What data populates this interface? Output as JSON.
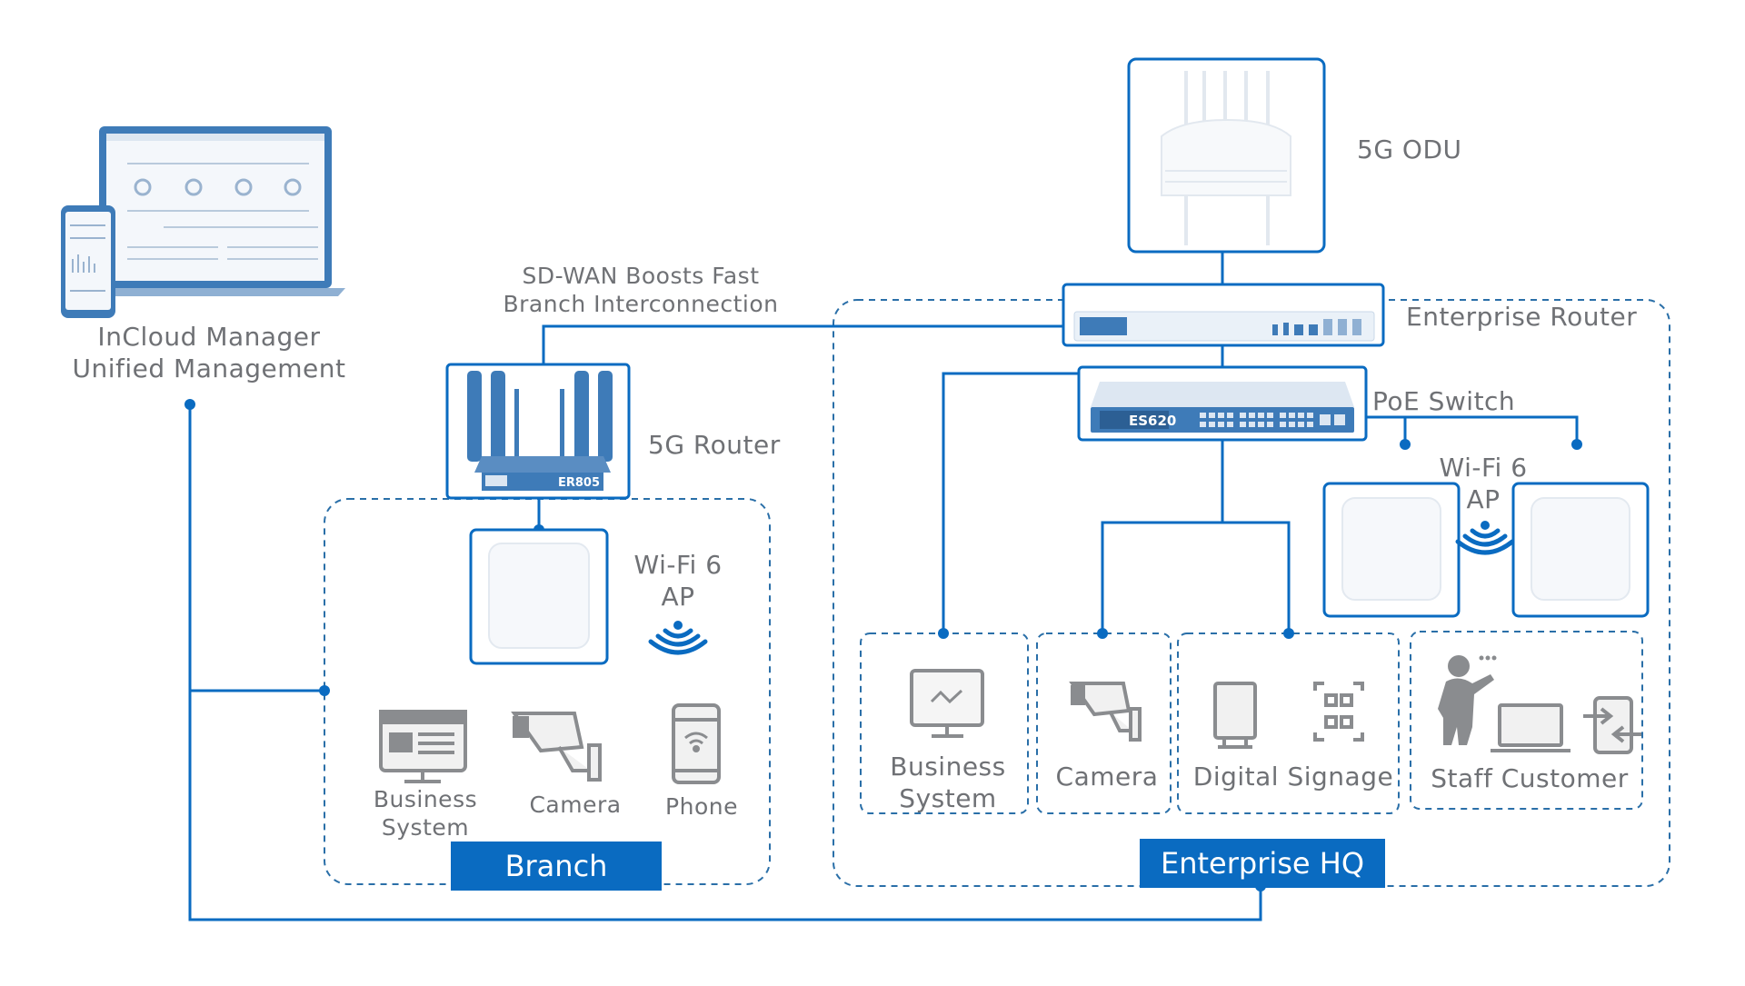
{
  "labels": {
    "incloud_line1": "InCloud Manager",
    "incloud_line2": "Unified Management",
    "sdwan_line1": "SD-WAN Boosts Fast",
    "sdwan_line2": "Branch Interconnection",
    "odu": "5G ODU",
    "enterprise_router": "Enterprise Router",
    "poe_switch": "PoE Switch",
    "hq_wifi_line1": "Wi-Fi 6",
    "hq_wifi_line2": "AP",
    "router_5g": "5G  Router",
    "branch_wifi_line1": "Wi-Fi 6",
    "branch_wifi_line2": "AP"
  },
  "device_marks": {
    "router_model": "ER805",
    "switch_model": "ES620"
  },
  "branch": {
    "tag": "Branch",
    "endpoints": [
      {
        "line1": "Business",
        "line2": "System"
      },
      {
        "line1": "Camera",
        "line2": ""
      },
      {
        "line1": "Phone",
        "line2": ""
      }
    ]
  },
  "hq": {
    "tag": "Enterprise HQ",
    "endpoints": [
      {
        "line1": "Business",
        "line2": "System"
      },
      {
        "line1": "Camera",
        "line2": ""
      },
      {
        "line1": "Digital Signage",
        "line2": ""
      },
      {
        "line1": "Staff Customer",
        "line2": ""
      }
    ]
  },
  "colors": {
    "line_blue": "#0a6bc1",
    "dash_blue": "#2a6fa8",
    "device_blue": "#3e7bb8",
    "icon_gray": "#8a8c8f",
    "text_gray": "#6f7175"
  }
}
